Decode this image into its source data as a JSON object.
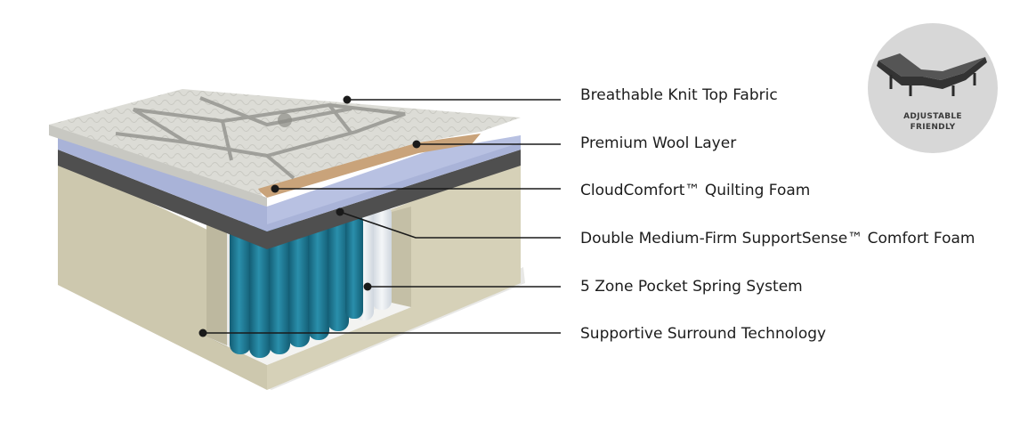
{
  "callouts": [
    {
      "label": "Breathable Knit Top Fabric"
    },
    {
      "label": "Premium Wool Layer"
    },
    {
      "label": "CloudComfort™ Quilting Foam"
    },
    {
      "label": "Double Medium-Firm SupportSense™ Comfort Foam"
    },
    {
      "label": "5 Zone Pocket Spring System"
    },
    {
      "label": "Supportive Surround Technology"
    }
  ],
  "badge": {
    "line1": "ADJUSTABLE",
    "line2": "FRIENDLY",
    "icon": "adjustable-bed-icon"
  },
  "colors": {
    "knit_top": "#d9d9d3",
    "wool": "#c9a47a",
    "quilting_foam": "#aab4d6",
    "support_foam": "#555555",
    "springs": "#1f7d98",
    "surround": "#cfcab2"
  }
}
